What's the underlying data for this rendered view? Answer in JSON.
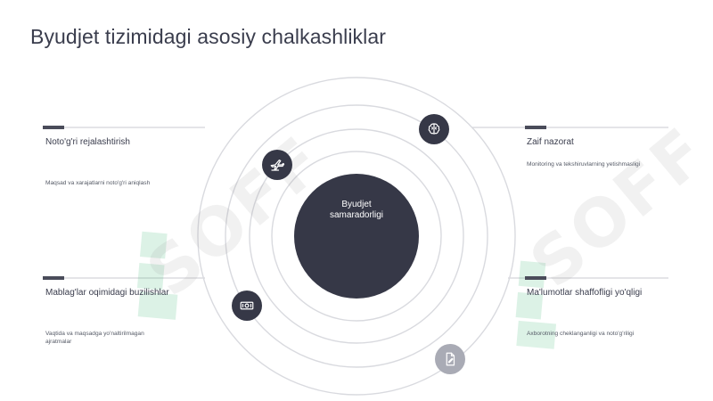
{
  "title": "Byudjet tizimidagi asosiy chalkashliklar",
  "center": {
    "line1": "Byudjet",
    "line2": "samaradorligi"
  },
  "items": [
    {
      "heading": "Noto'g'ri rejalashtirish",
      "description": "Maqsad va xarajatlarni noto'g'ri aniqlash",
      "icon": "airplane-icon"
    },
    {
      "heading": "Zaif nazorat",
      "description": "Monitoring va tekshiruvlarning yetishmasligi",
      "icon": "brain-icon"
    },
    {
      "heading": "Mablag'lar oqimidagi buzilishlar",
      "description": "Vaqtida va maqsadga yo'naltirilmagan ajratmalar",
      "icon": "money-icon"
    },
    {
      "heading": "Ma'lumotlar shaffofligi yo'qligi",
      "description": "Axborotning cheklanganligi va noto'g'riligi",
      "icon": "document-icon"
    }
  ],
  "watermark": {
    "text": "SOFF"
  },
  "colors": {
    "dark": "#363847",
    "light": "#a9abb5",
    "ring": "#d9dadf",
    "line": "#c9cad0"
  }
}
